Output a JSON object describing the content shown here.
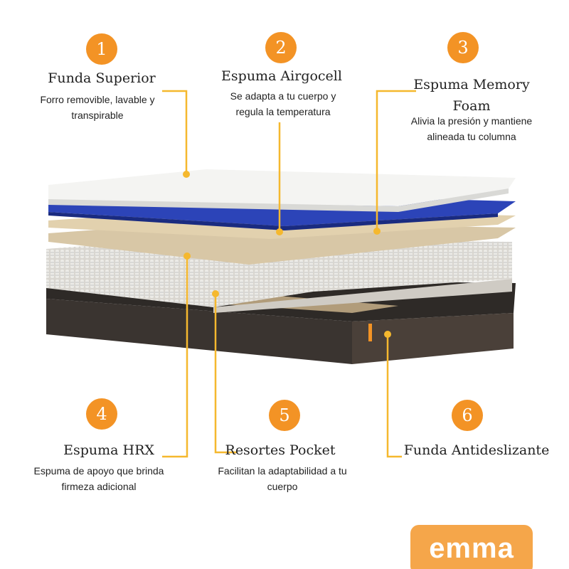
{
  "accent_color": "#f39325",
  "line_color": "#f5b82e",
  "layers": [
    {
      "number": "1",
      "title": "Funda Superior",
      "desc": [
        "Forro removible, lavable y",
        "transpirable"
      ]
    },
    {
      "number": "2",
      "title": "Espuma Airgocell",
      "desc": [
        "Se adapta a tu cuerpo y",
        "regula la temperatura"
      ]
    },
    {
      "number": "3",
      "title": [
        "Espuma Memory",
        "Foam"
      ],
      "desc": [
        "Alivia la presión y mantiene",
        "alineada tu columna"
      ]
    },
    {
      "number": "4",
      "title": "Espuma HRX",
      "desc": [
        "Espuma de apoyo que brinda",
        "firmeza adicional"
      ]
    },
    {
      "number": "5",
      "title": "Resortes Pocket",
      "desc": [
        "Facilitan la adaptabilidad a tu",
        "cuerpo"
      ]
    },
    {
      "number": "6",
      "title": "Funda Antideslizante",
      "desc": []
    }
  ],
  "logo": "emma"
}
